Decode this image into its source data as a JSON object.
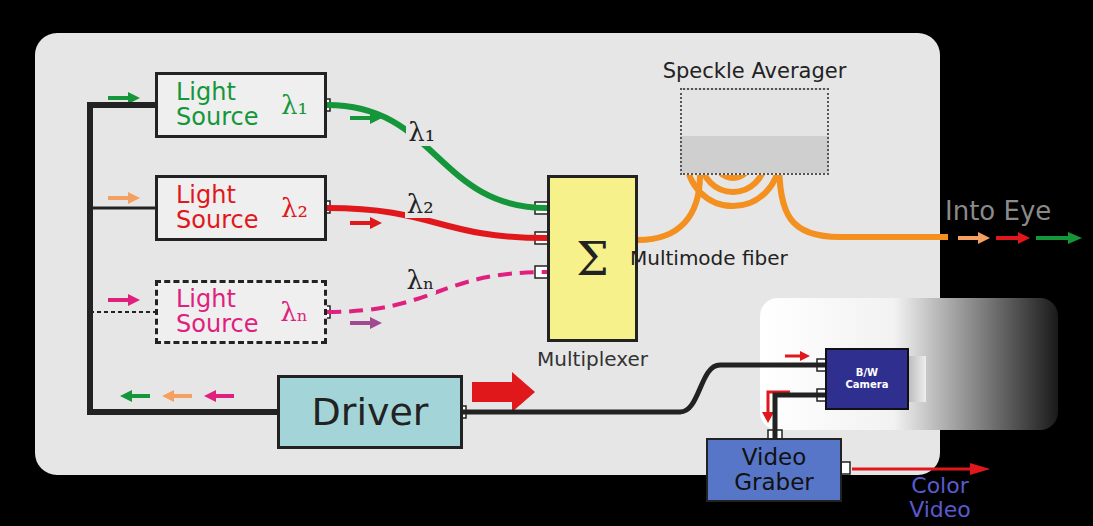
{
  "diagram": {
    "nodes": [
      {
        "text": [
          "Light Source",
          "λ₁"
        ]
      },
      {
        "text": [
          "Light Source",
          "λ₂"
        ]
      },
      {
        "text": [
          "Light Source",
          "λₙ"
        ]
      },
      {
        "text": [
          "Σ",
          "Multiplexer"
        ]
      },
      {
        "text": [
          "Speckle Averager"
        ]
      },
      {
        "text": [
          "Driver"
        ]
      },
      {
        "text": [
          "B/W Camera"
        ]
      },
      {
        "text": [
          "Video Graber"
        ]
      }
    ],
    "edges": [
      {
        "from": 0,
        "to": 3,
        "label": "λ₁",
        "arrow": "none"
      },
      {
        "from": 1,
        "to": 3,
        "label": "λ₂",
        "arrow": "none"
      },
      {
        "from": 2,
        "to": 3,
        "label": "λₙ",
        "arrow": "none"
      },
      {
        "from": 3,
        "to": 4,
        "arrow": "none"
      },
      {
        "from": 5,
        "to": 0,
        "arrow": "none"
      },
      {
        "from": 5,
        "to": 1,
        "arrow": "none"
      },
      {
        "from": 5,
        "to": 2,
        "arrow": "none"
      },
      {
        "from": 5,
        "to": 6,
        "arrow": "none"
      },
      {
        "from": 6,
        "to": 7,
        "arrow": "none"
      }
    ],
    "labels": [
      "Multimode fiber",
      "Into Eye",
      "Color Video"
    ]
  }
}
